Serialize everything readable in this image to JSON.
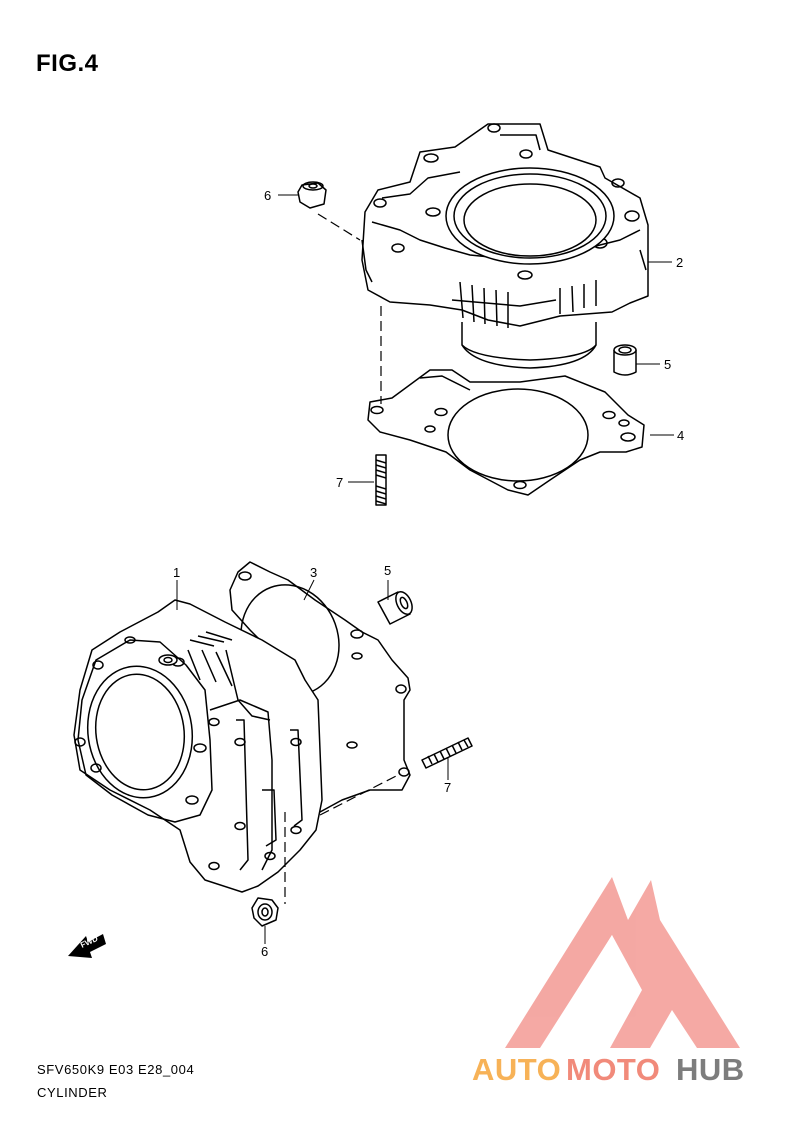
{
  "figure": {
    "title": "FIG.4"
  },
  "footer": {
    "code": "SFV650K9 E03 E28_004",
    "name": "CYLINDER"
  },
  "callouts": {
    "top_6": "6",
    "top_2": "2",
    "top_5": "5",
    "top_4": "4",
    "top_7": "7",
    "bot_1": "1",
    "bot_3": "3",
    "bot_5": "5",
    "bot_7": "7",
    "bot_6": "6"
  },
  "fwd_label": "FWD",
  "watermark": {
    "part1": "AUTO",
    "part2": "MOTO",
    "part3": "HUB",
    "color1": "#f7b257",
    "color2": "#f18a7a",
    "color3": "#7d7d7d",
    "logo_color": "#f39a94"
  }
}
